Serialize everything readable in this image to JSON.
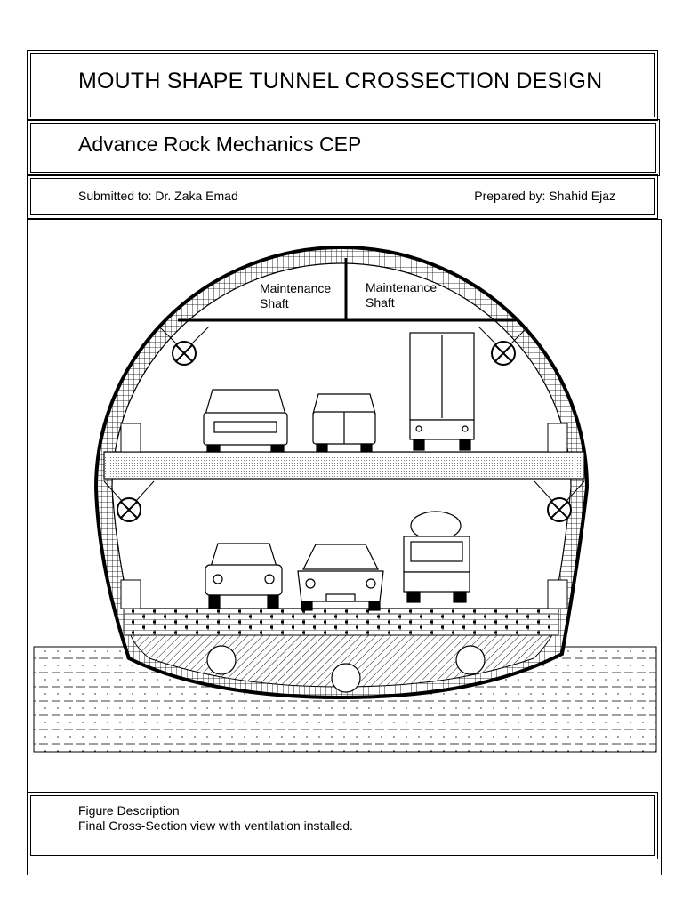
{
  "sheet": {
    "title": "MOUTH SHAPE TUNNEL CROSSECTION DESIGN",
    "subtitle": "Advance Rock Mechanics CEP",
    "submitted_to": "Submitted to: Dr. Zaka Emad",
    "prepared_by": "Prepared by: Shahid Ejaz"
  },
  "drawing": {
    "shaft_left": {
      "line1": "Maintenance",
      "line2": "Shaft"
    },
    "shaft_right": {
      "line1": "Maintenance",
      "line2": "Shaft"
    },
    "upper_deck_vehicles": [
      "station-wagon-rear-icon",
      "van-rear-icon",
      "box-truck-rear-icon"
    ],
    "lower_deck_vehicles": [
      "sedan-front-icon",
      "sports-car-front-icon",
      "tanker-truck-front-icon"
    ],
    "ventilation_fans": 4,
    "drainage_pipes": 3
  },
  "description": {
    "heading": "Figure Description",
    "text": "Final Cross-Section view with ventilation installed."
  }
}
